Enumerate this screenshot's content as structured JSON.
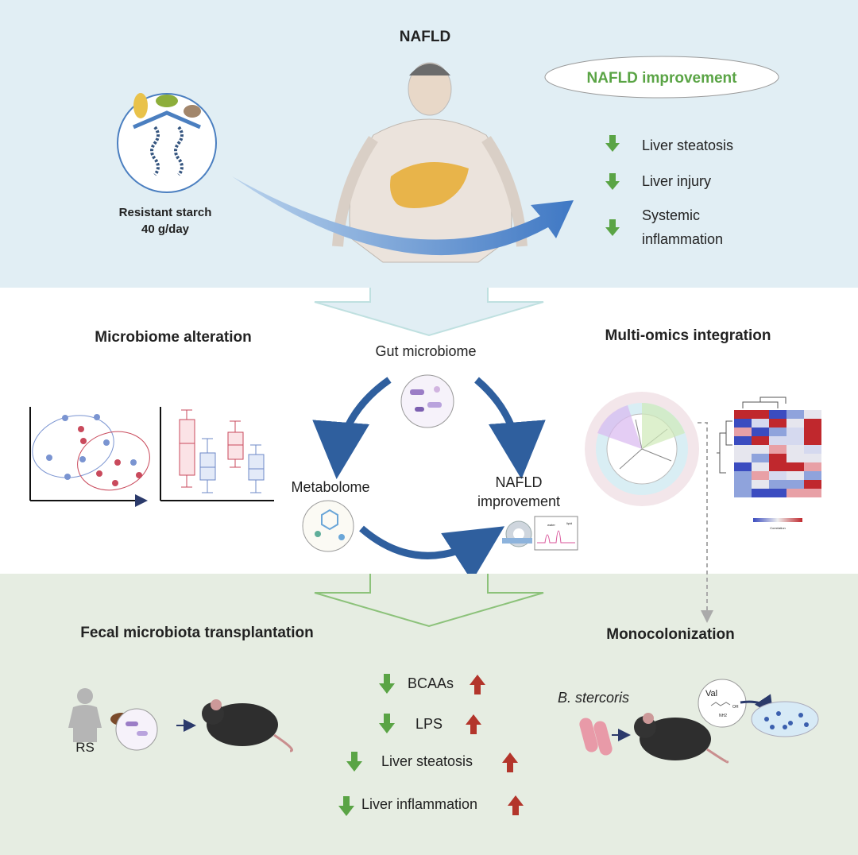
{
  "colors": {
    "top_bg": "#e1eef4",
    "bottom_bg": "#e6ede2",
    "green": "#5aa445",
    "red": "#b3352b",
    "blue_arrow": "#2f5f9e",
    "improvement_text": "#5aa445"
  },
  "top": {
    "title": "NAFLD",
    "intervention_line1": "Resistant starch",
    "intervention_line2": "40 g/day",
    "improvement_label": "NAFLD improvement",
    "outcomes": [
      {
        "lines": [
          "Liver steatosis"
        ],
        "direction": "down"
      },
      {
        "lines": [
          "Liver injury"
        ],
        "direction": "down"
      },
      {
        "lines": [
          "Systemic",
          "inflammation"
        ],
        "direction": "down"
      }
    ]
  },
  "middle": {
    "left_title": "Microbiome alteration",
    "center_top": "Gut microbiome",
    "center_left": "Metabolome",
    "center_right_line1": "NAFLD",
    "center_right_line2": "improvement",
    "spectrum_labels": [
      "water",
      "lipid"
    ],
    "right_title": "Multi-omics integration",
    "heatmap_legend": "Correlation"
  },
  "bottom": {
    "left_title": "Fecal microbiota transplantation",
    "donor_label": "RS",
    "results": [
      {
        "label": "BCAAs",
        "left": "down",
        "right": "up"
      },
      {
        "label": "LPS",
        "left": "down",
        "right": "up"
      },
      {
        "label": "Liver steatosis",
        "left": "down",
        "right": "up"
      },
      {
        "label": "Liver inflammation",
        "left": "down",
        "right": "up"
      }
    ],
    "right_title": "Monocolonization",
    "bacterium": "B. stercoris",
    "molecule": "Val",
    "molecule_oh": "OH",
    "molecule_nh2": "NH2"
  }
}
